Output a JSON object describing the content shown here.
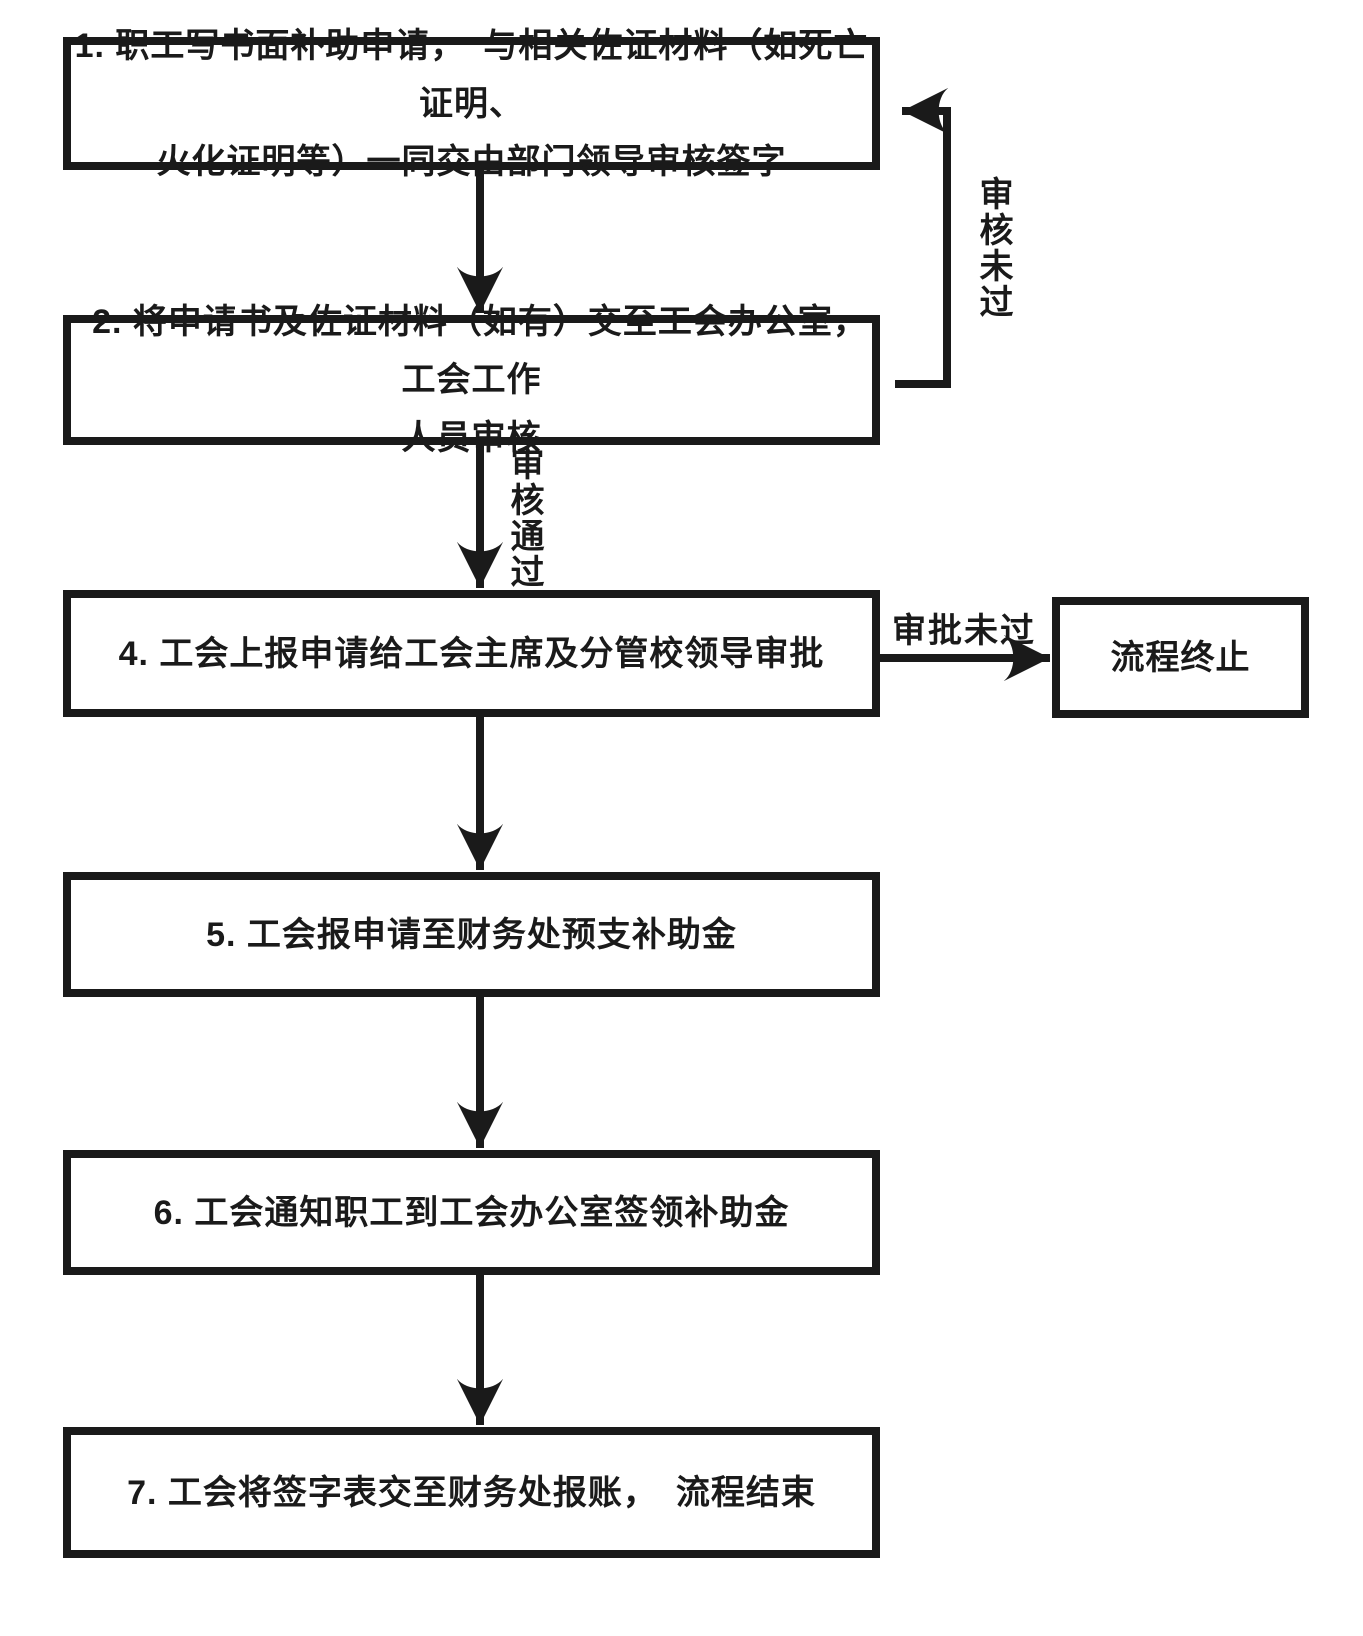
{
  "flowchart": {
    "steps": {
      "step1": "1. 职工写书面补助申请，　与相关佐证材料（如死亡证明、\n火化证明等）一同交由部门领导审核签字",
      "step2": "2. 将申请书及佐证材料（如有）交至工会办公室，　工会工作\n人员审核",
      "step4": "4. 工会上报申请给工会主席及分管校领导审批",
      "step5": "5. 工会报申请至财务处预支补助金",
      "step6": "6. 工会通知职工到工会办公室签领补助金",
      "step7": "7. 工会将签字表交至财务处报账，　流程结束",
      "terminate": "流程终止"
    },
    "edge_labels": {
      "review_not_passed": "审核未过",
      "review_passed": "审核通过",
      "approval_not_passed": "审批未过"
    },
    "colors": {
      "ink": "#1a1a1a",
      "background": "#ffffff"
    }
  }
}
